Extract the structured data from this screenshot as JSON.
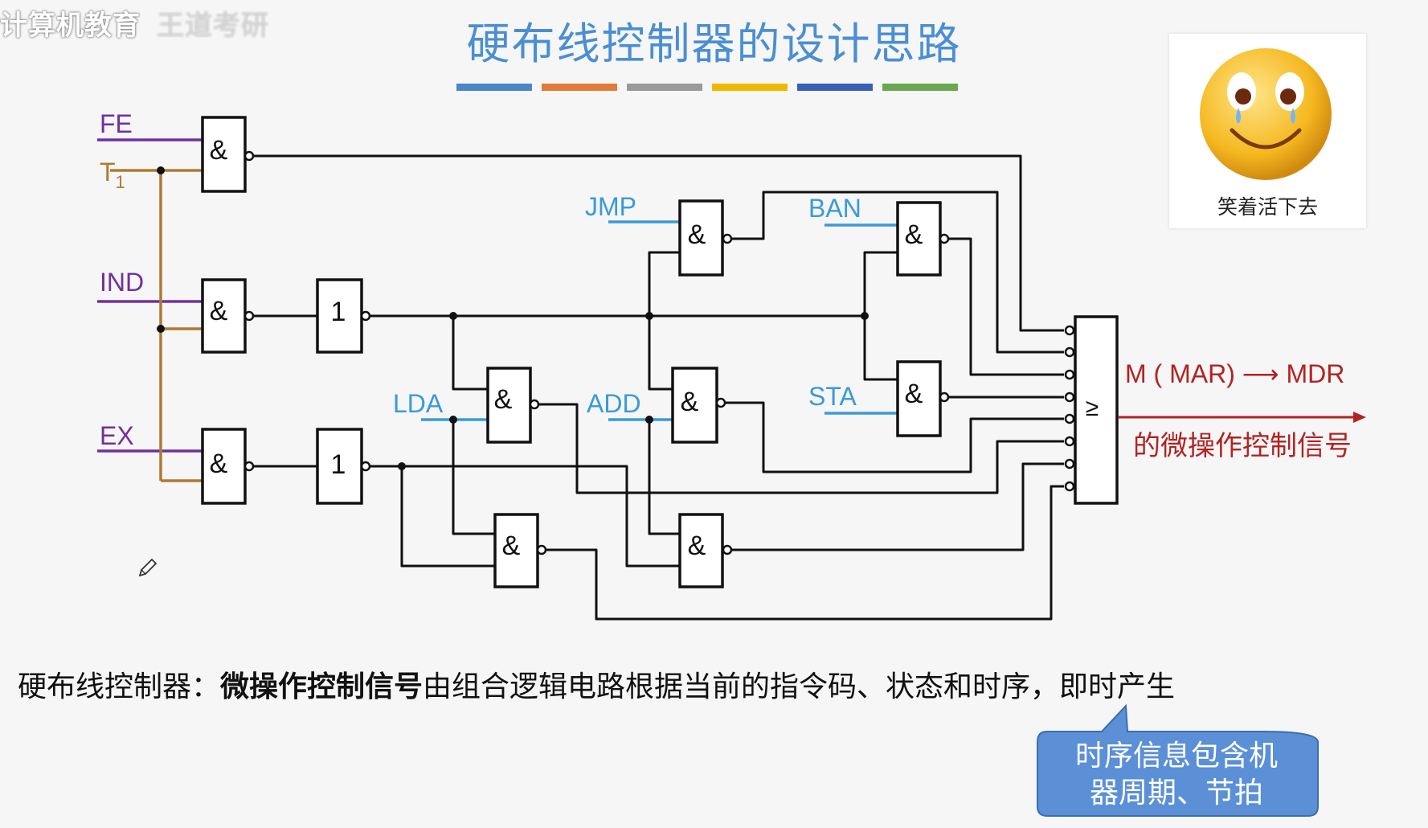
{
  "watermark": {
    "main": "计算机教育",
    "sub": "王道考研"
  },
  "title": "硬布线控制器的设计思路",
  "title_bar_colors": [
    "#4a86c8",
    "#e07b39",
    "#9a9a9a",
    "#f0b800",
    "#3a5fb8",
    "#6aa84f"
  ],
  "emoji": {
    "caption": "笑着活下去"
  },
  "circuit": {
    "inputs": {
      "fe": "FE",
      "t1": "T",
      "t1_sub": "1",
      "ind": "IND",
      "ex": "EX"
    },
    "opcodes": {
      "jmp": "JMP",
      "ban": "BAN",
      "lda": "LDA",
      "add": "ADD",
      "sta": "STA"
    },
    "gate_symbols": {
      "and": "&",
      "not": "1",
      "or": "≥"
    },
    "output": {
      "line1": "M ( MAR) ⟶ MDR",
      "line2": "的微操作控制信号"
    },
    "colors": {
      "input_purple": "#7030a0",
      "timing_brown": "#b07a30",
      "opcode_blue": "#3a9ad9",
      "output_red": "#b22222",
      "wire": "#111111"
    }
  },
  "description": {
    "prefix": "硬布线控制器：",
    "bold": "微操作控制信号",
    "rest": "由组合逻辑电路根据当前的指令码、状态和时序，即时产生"
  },
  "callout": {
    "line1": "时序信息包含机",
    "line2": "器周期、节拍",
    "color": "#5b8fd6"
  }
}
